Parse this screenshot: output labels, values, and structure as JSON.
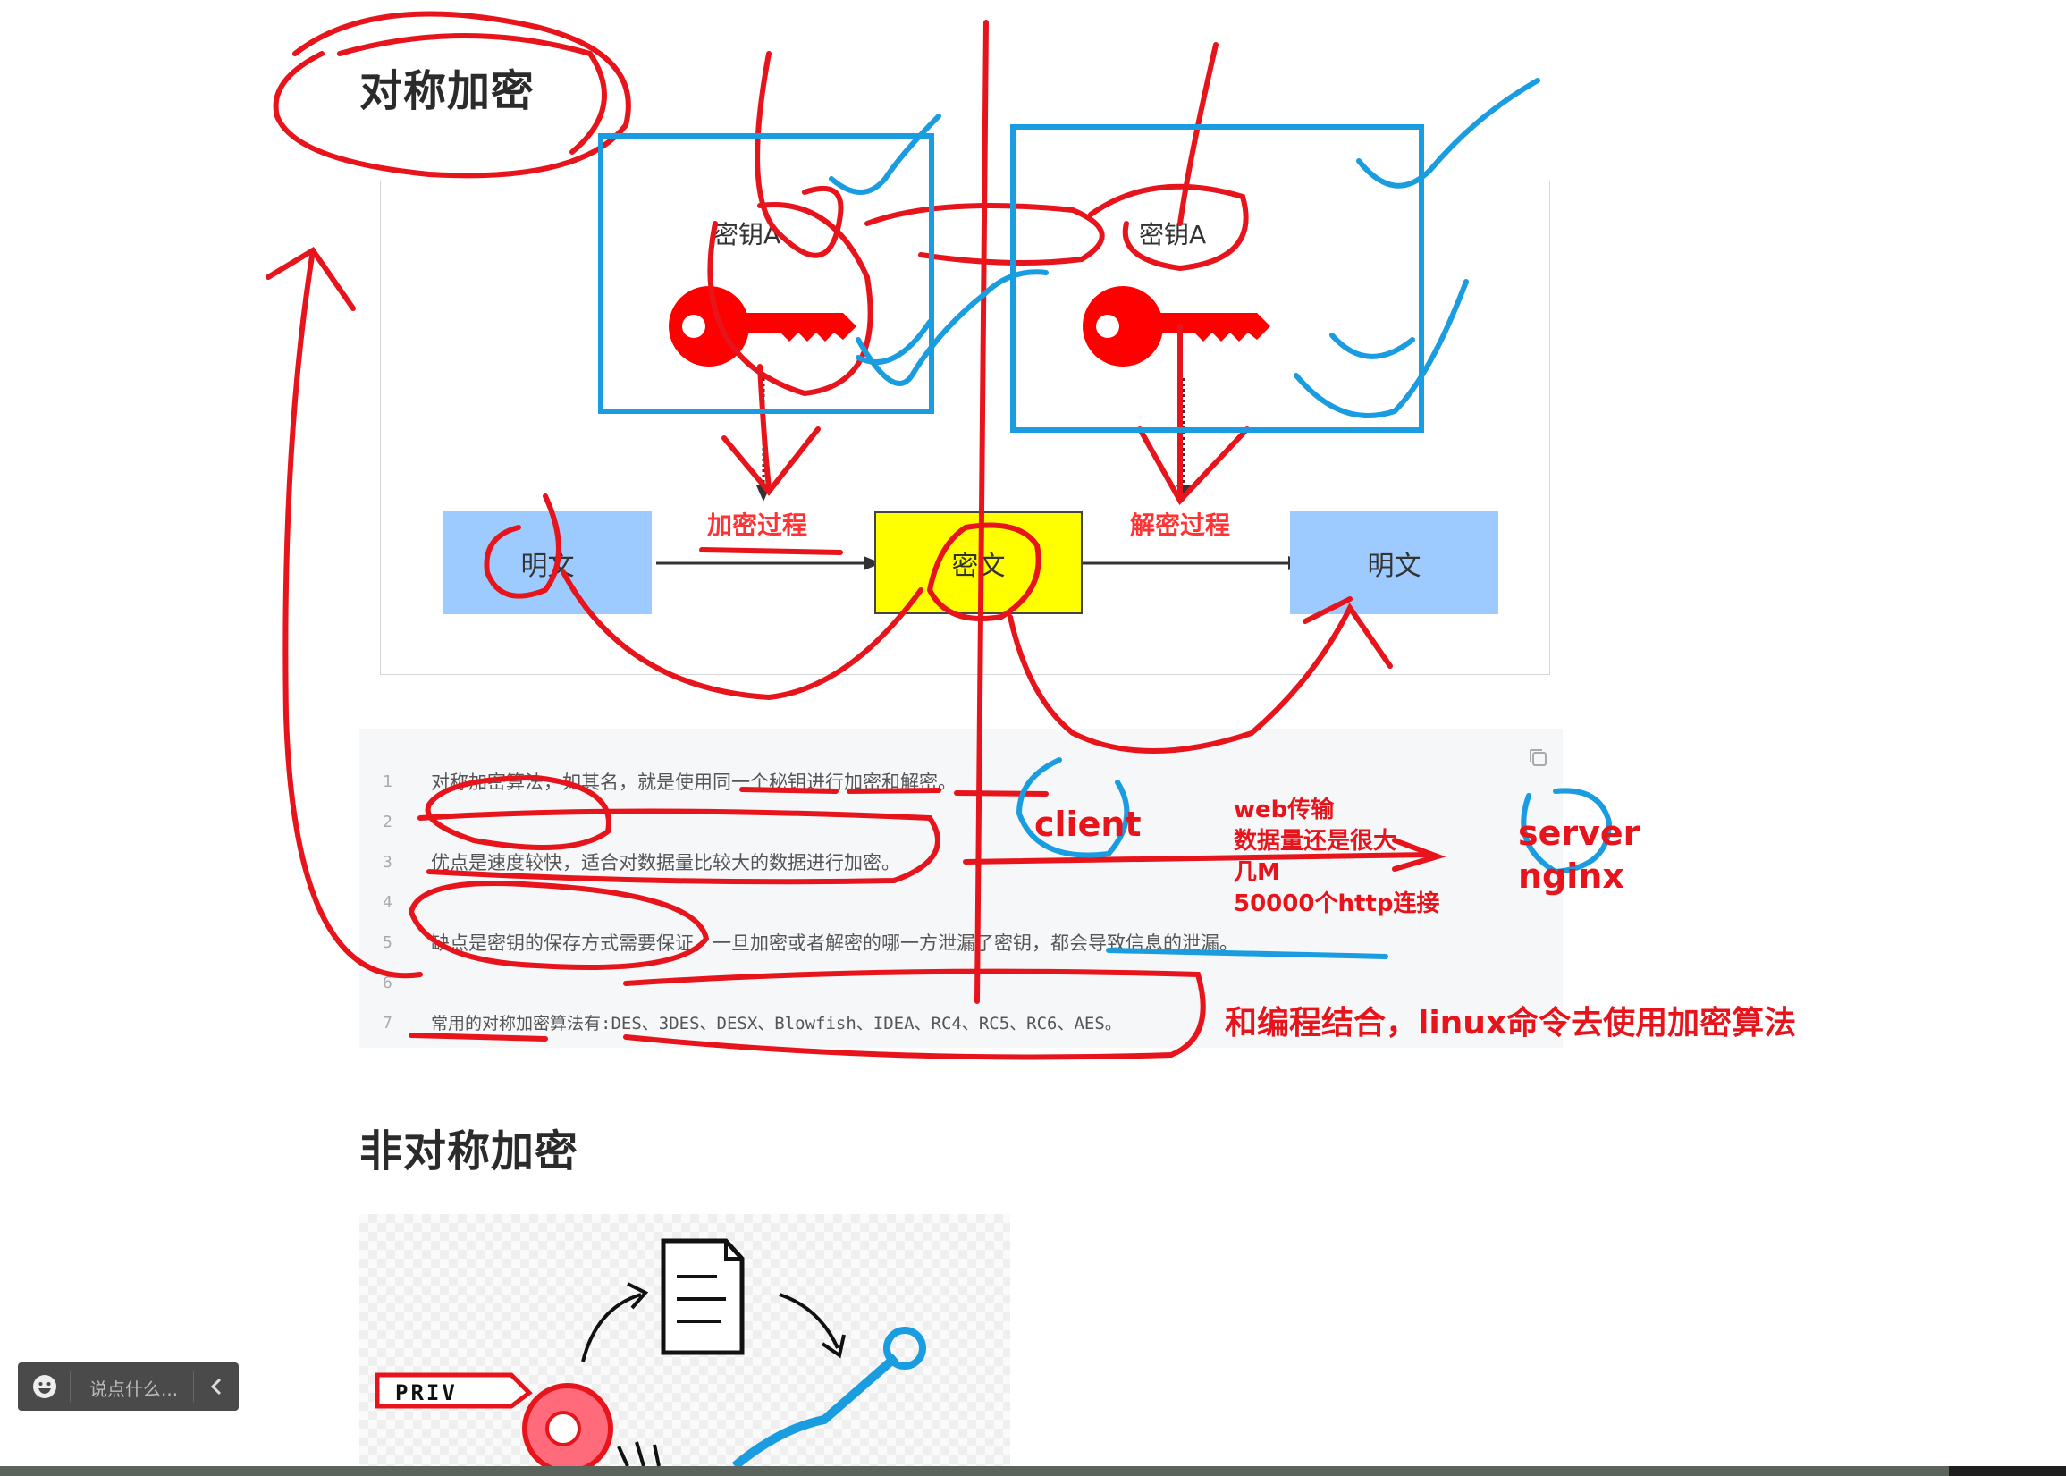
{
  "headings": {
    "symmetric": "对称加密",
    "asymmetric": "非对称加密"
  },
  "diagram": {
    "key_left": "密钥A",
    "key_right": "密钥A",
    "plaintext_left": "明文",
    "ciphertext": "密文",
    "plaintext_right": "明文",
    "encrypt_label": "加密过程",
    "decrypt_label": "解密过程"
  },
  "code": {
    "lines": [
      {
        "n": "1",
        "text": "对称加密算法，如其名，就是使用同一个秘钥进行加密和解密。"
      },
      {
        "n": "2",
        "text": ""
      },
      {
        "n": "3",
        "text": "优点是速度较快，适合对数据量比较大的数据进行加密。"
      },
      {
        "n": "4",
        "text": ""
      },
      {
        "n": "5",
        "text": "缺点是密钥的保存方式需要保证，一旦加密或者解密的哪一方泄漏了密钥，都会导致信息的泄漏。"
      },
      {
        "n": "6",
        "text": ""
      },
      {
        "n": "7",
        "text": "常用的对称加密算法有:DES、3DES、DESX、Blowfish、IDEA、RC4、RC5、RC6、AES。"
      }
    ]
  },
  "annotations": {
    "client": "client",
    "server": "server",
    "nginx": "nginx",
    "web_line1": "web传输",
    "web_line2": "数据量还是很大",
    "web_line3": "几M",
    "web_line4": "50000个http连接",
    "programming": "和编程结合，linux命令去使用加密算法"
  },
  "illustration": {
    "priv_label": "PRIV"
  },
  "comment_bar": {
    "placeholder": "说点什么..."
  },
  "colors": {
    "ink_red": "#e8141c",
    "ink_blue": "#1a9de0",
    "node_blue": "#9ecbff",
    "node_yellow": "#ffff00",
    "key_red": "#ff0000"
  }
}
